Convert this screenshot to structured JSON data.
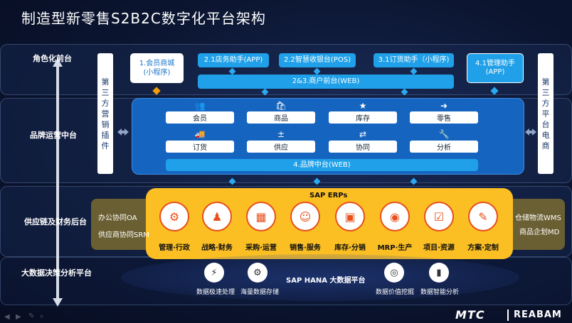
{
  "title": "制造型新零售S2B2C数字化平台架构",
  "layers": {
    "front": "角色化前台",
    "brand": "品牌运营中台",
    "supply": "供应链及财务后台",
    "bigdata": "大数据决策分析平台"
  },
  "side_left": [
    "第",
    "三",
    "方",
    "营",
    "销",
    "插",
    "件"
  ],
  "side_right": [
    "第",
    "三",
    "方",
    "平",
    "台",
    "电",
    "商"
  ],
  "apps": {
    "member_mall": [
      "1.会员商城",
      "(小程序)"
    ],
    "store_app": "2.1店务助手(APP)",
    "pos": "2.2智慧收银台(POS)",
    "order": "3.1订货助手（小程序)",
    "manager": [
      "4.1管理助手",
      "(APP)"
    ],
    "merchant_web": "2&3.商户前台(WEB)"
  },
  "hub_modules": [
    {
      "label": "会员",
      "icon": "members-icon",
      "glyph": "👥"
    },
    {
      "label": "商品",
      "icon": "bag-icon",
      "glyph": "🛍"
    },
    {
      "label": "库存",
      "icon": "warehouse-icon",
      "glyph": "★"
    },
    {
      "label": "零售",
      "icon": "retail-icon",
      "glyph": "➜"
    },
    {
      "label": "订货",
      "icon": "order-icon",
      "glyph": "🚚"
    },
    {
      "label": "供应",
      "icon": "supply-icon",
      "glyph": "±"
    },
    {
      "label": "协同",
      "icon": "collab-icon",
      "glyph": "⇄"
    },
    {
      "label": "分析",
      "icon": "analysis-icon",
      "glyph": "🔧"
    }
  ],
  "brand_web": "4.品牌中台(WEB)",
  "erp": {
    "title": "SAP ERPs",
    "modules": [
      "管理·行政",
      "战略·财务",
      "采购·运营",
      "销售·服务",
      "库存·分销",
      "MRP·生产",
      "项目·资源",
      "方案·定制"
    ],
    "left": [
      "办公协同OA",
      "供应商协同SRM"
    ],
    "right": [
      "仓储物流WMS",
      "商品企划MD"
    ]
  },
  "bigdata": {
    "title": "SAP HANA 大数据平台",
    "items": [
      "数据极速处理",
      "海量数据存储",
      "数据价值挖掘",
      "数据智能分析"
    ]
  },
  "logo": {
    "left": "MTC",
    "right": "REABAM"
  },
  "colors": {
    "accent": "#1fa0e8",
    "hub": "#1565c0",
    "erp": "#fbbf24",
    "diamond_orange": "#f59e0b"
  }
}
